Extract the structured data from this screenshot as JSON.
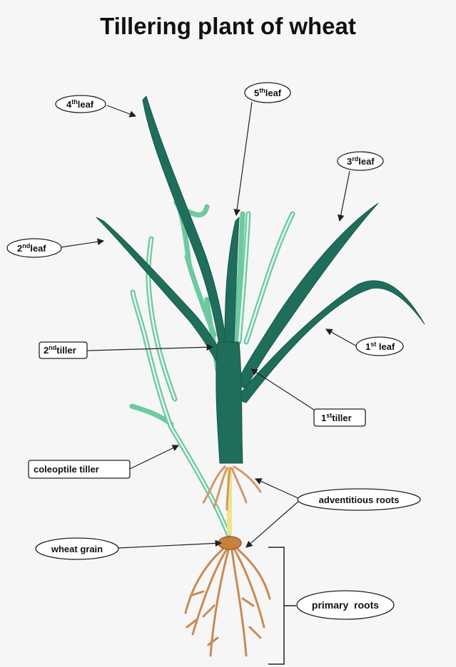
{
  "title": "Tillering plant of wheat",
  "colors": {
    "leaf_dark": "#1f6e5c",
    "leaf_light": "#6cc9a0",
    "root": "#c98a52",
    "grain": "#c9803c",
    "background": "#f6f6f6"
  },
  "labels": {
    "leaf4": {
      "ordinal": "4",
      "sup": "th",
      "word": "leaf"
    },
    "leaf5": {
      "ordinal": "5",
      "sup": "th",
      "word": "leaf"
    },
    "leaf3": {
      "ordinal": "3",
      "sup": "rd",
      "word": "leaf"
    },
    "leaf2": {
      "ordinal": "2",
      "sup": "nd",
      "word": "leaf"
    },
    "leaf1": {
      "ordinal": "1",
      "sup": "st",
      "word": " leaf"
    },
    "tiller2": {
      "ordinal": "2",
      "sup": "nd",
      "word": "tiller"
    },
    "tiller1": {
      "ordinal": "1",
      "sup": "st",
      "word": "tiller"
    },
    "coleoptile_tiller": "coleoptile tiller",
    "adventitious_roots": "adventitious roots",
    "wheat_grain": "wheat grain",
    "primary_roots": "primary  roots"
  }
}
